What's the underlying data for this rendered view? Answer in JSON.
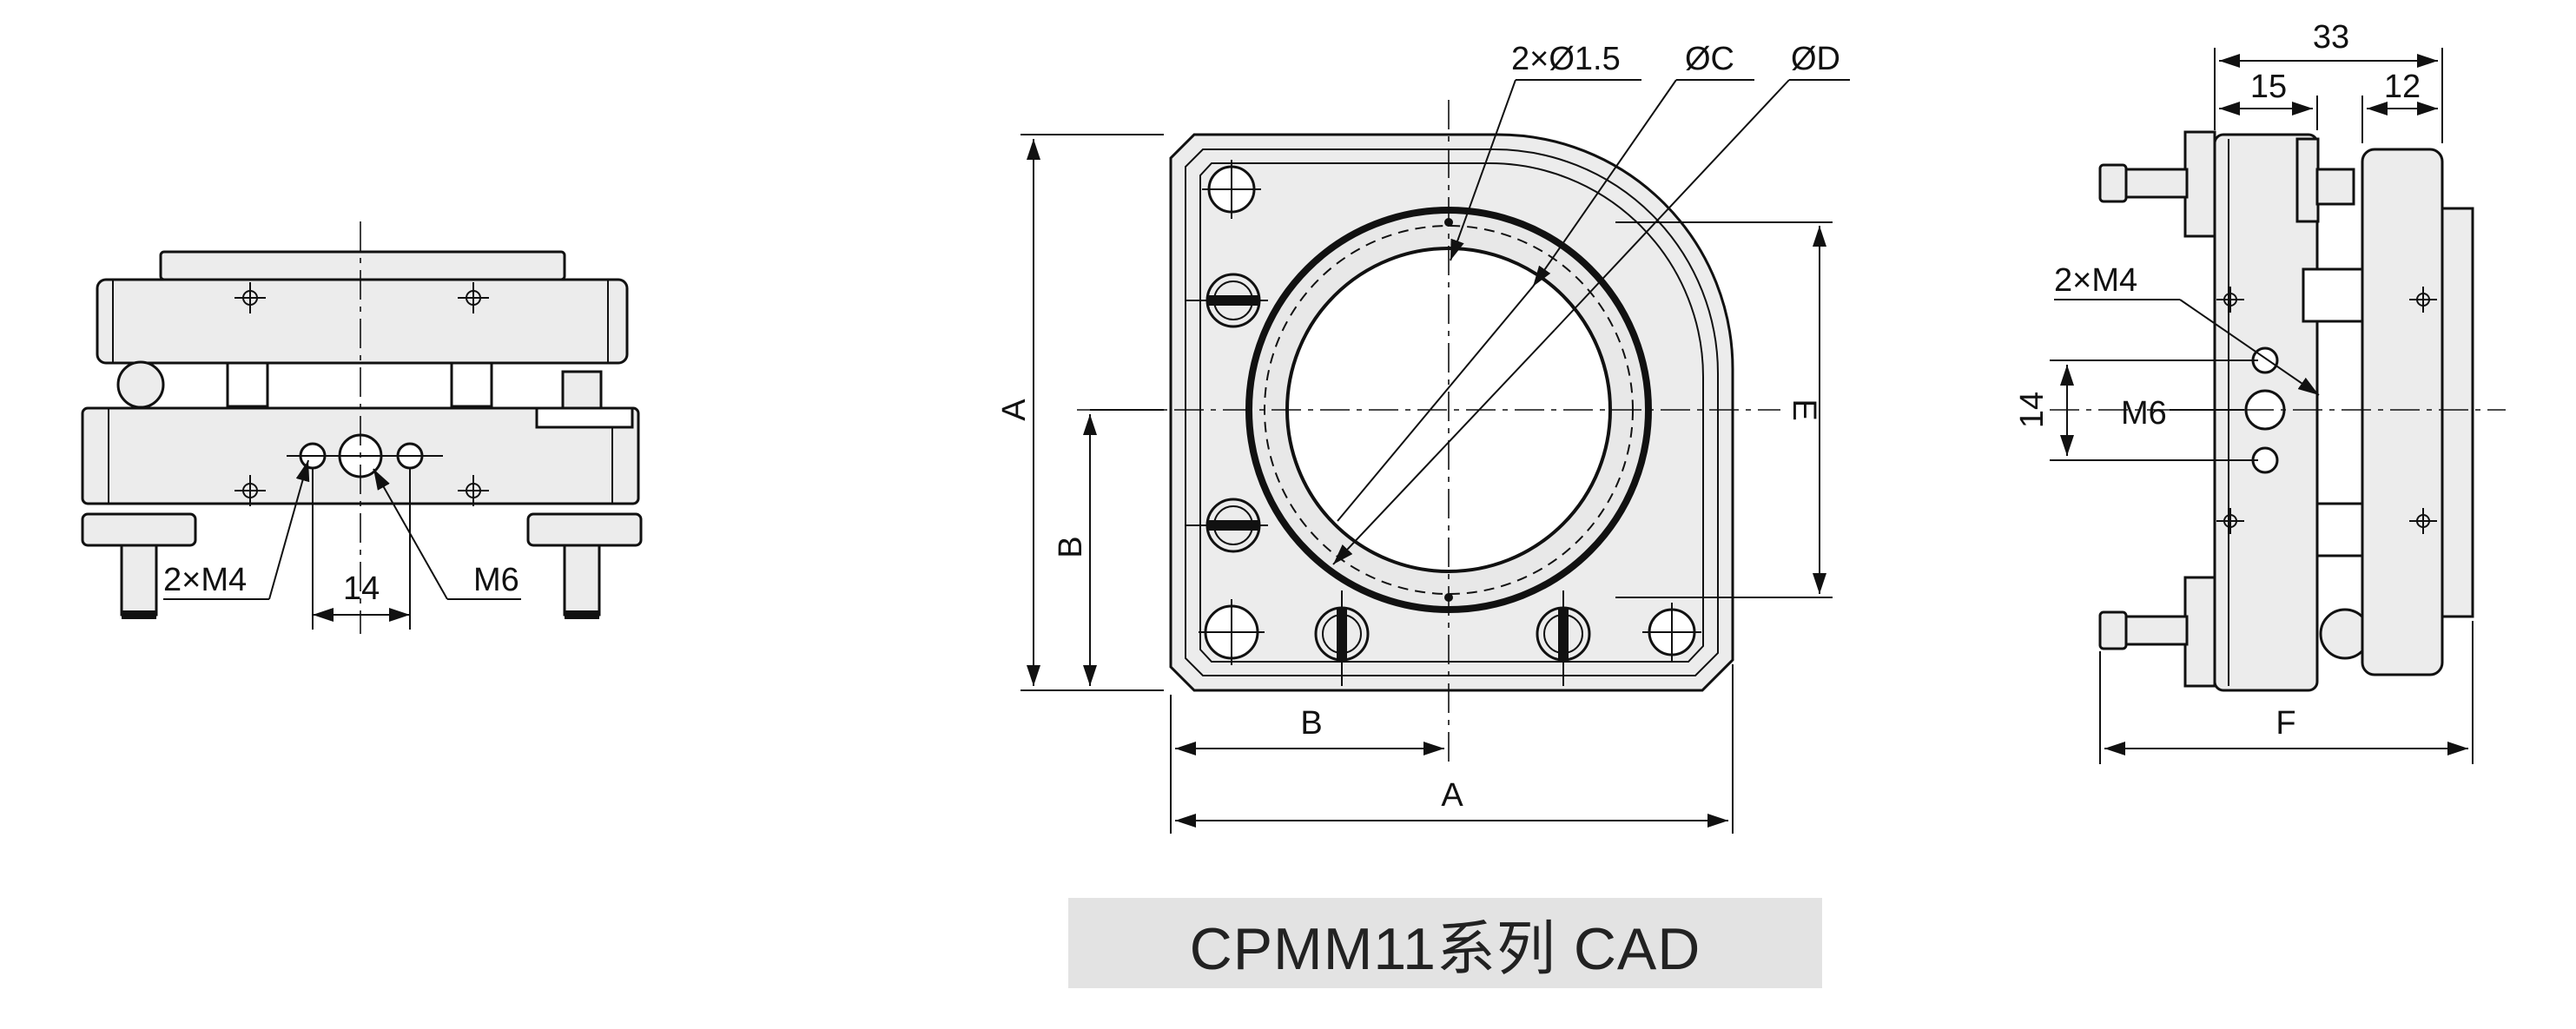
{
  "caption": "CPMM11系列  CAD",
  "left_view": {
    "thread_small": "2×M4",
    "spacing": "14",
    "thread_center": "M6"
  },
  "front_view": {
    "pin_holes": "2×Ø1.5",
    "dia_c": "ØC",
    "dia_d": "ØD",
    "dim_a_vertical": "A",
    "dim_b_vertical": "B",
    "dim_e": "E",
    "dim_b_horizontal": "B",
    "dim_a_horizontal": "A"
  },
  "right_view": {
    "overall": "33",
    "left_part": "15",
    "right_part": "12",
    "thread_small": "2×M4",
    "thread_center": "M6",
    "spacing": "14",
    "dim_f": "F"
  }
}
